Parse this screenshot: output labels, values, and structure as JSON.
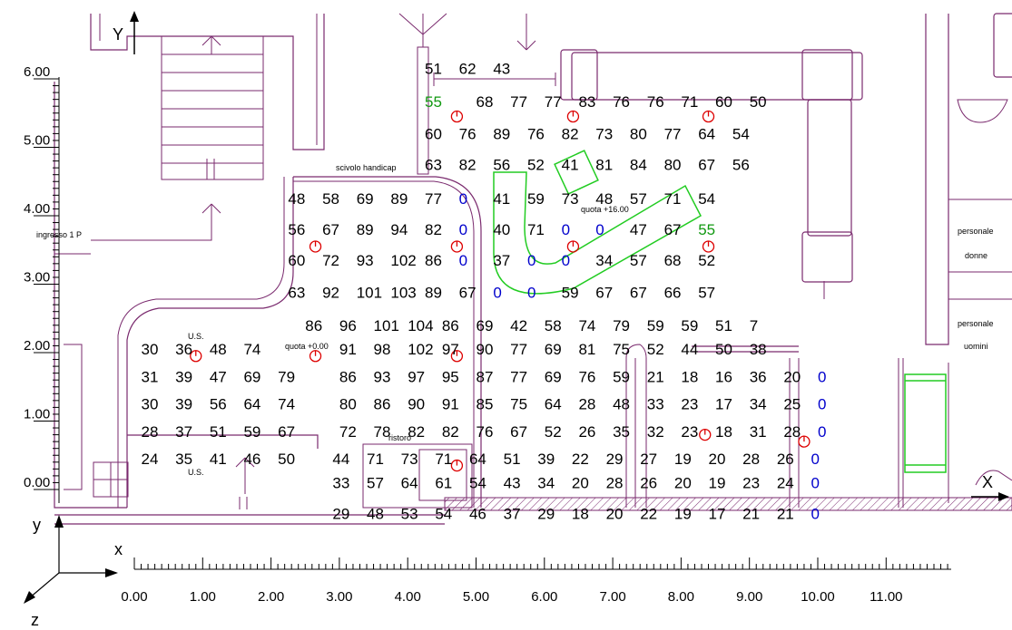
{
  "axes": {
    "y_label": "Y",
    "x_label": "X",
    "small_y": "y",
    "small_x": "x",
    "small_z": "z",
    "y_ticks": [
      {
        "v": 6,
        "label": "6.00"
      },
      {
        "v": 5,
        "label": "5.00"
      },
      {
        "v": 4,
        "label": "4.00"
      },
      {
        "v": 3,
        "label": "3.00"
      },
      {
        "v": 2,
        "label": "2.00"
      },
      {
        "v": 1,
        "label": "1.00"
      },
      {
        "v": 0,
        "label": "0.00"
      }
    ],
    "x_ticks": [
      {
        "v": 0,
        "label": "0.00"
      },
      {
        "v": 1,
        "label": "1.00"
      },
      {
        "v": 2,
        "label": "2.00"
      },
      {
        "v": 3,
        "label": "3.00"
      },
      {
        "v": 4,
        "label": "4.00"
      },
      {
        "v": 5,
        "label": "5.00"
      },
      {
        "v": 6,
        "label": "6.00"
      },
      {
        "v": 7,
        "label": "7.00"
      },
      {
        "v": 8,
        "label": "8.00"
      },
      {
        "v": 9,
        "label": "9.00"
      },
      {
        "v": 10,
        "label": "10.00"
      },
      {
        "v": 11,
        "label": "11.00"
      }
    ]
  },
  "labels": {
    "ingresso": "ingresso 1 P",
    "scivolo": "scivolo handicap",
    "quota16": "quota +16.00",
    "quota0": "quota +0.00",
    "us1": "U.S.",
    "us2": "U.S.",
    "ristoro": "ristoro",
    "personale_donne_1": "personale",
    "personale_donne_2": "donne",
    "personale_uomini_1": "personale",
    "personale_uomini_2": "uomini"
  },
  "colors": {
    "wall": "#7a2a6e",
    "black_value": "#000000",
    "zero_value": "#0000cc",
    "green_value": "#119911",
    "ramp_outline": "#22cc22",
    "red_marker": "#dd0000",
    "hatch": "#7a2a6e"
  },
  "grid_rows": [
    {
      "y": 5.67,
      "cells": [
        [
          4.25,
          "55"
        ],
        [
          5.0,
          "68"
        ],
        [
          5.5,
          "77"
        ],
        [
          6.0,
          "77"
        ],
        [
          6.5,
          "83"
        ],
        [
          7.0,
          "76"
        ],
        [
          7.5,
          "76"
        ],
        [
          8.0,
          "71"
        ],
        [
          8.5,
          "60"
        ],
        [
          9.0,
          "50"
        ]
      ]
    },
    {
      "y": 5.2,
      "cells": [
        [
          4.25,
          "60"
        ],
        [
          4.75,
          "76"
        ],
        [
          5.25,
          "89"
        ],
        [
          5.75,
          "76"
        ],
        [
          6.25,
          "82"
        ],
        [
          6.75,
          "73"
        ],
        [
          7.25,
          "80"
        ],
        [
          7.75,
          "77"
        ],
        [
          8.25,
          "64"
        ],
        [
          8.75,
          "54"
        ]
      ]
    },
    {
      "y": 4.75,
      "cells": [
        [
          4.25,
          "63"
        ],
        [
          4.75,
          "82"
        ],
        [
          5.25,
          "56"
        ],
        [
          5.75,
          "52"
        ],
        [
          6.25,
          "41"
        ],
        [
          6.75,
          "81"
        ],
        [
          7.25,
          "84"
        ],
        [
          7.75,
          "80"
        ],
        [
          8.25,
          "67"
        ],
        [
          8.75,
          "56"
        ]
      ]
    },
    {
      "y": 4.25,
      "cells": [
        [
          2.25,
          "48"
        ],
        [
          2.75,
          "58"
        ],
        [
          3.25,
          "69"
        ],
        [
          3.75,
          "89"
        ],
        [
          4.25,
          "77"
        ],
        [
          4.75,
          "0"
        ],
        [
          5.25,
          "41"
        ],
        [
          5.75,
          "59"
        ],
        [
          6.25,
          "73"
        ],
        [
          6.75,
          "48"
        ],
        [
          7.25,
          "57"
        ],
        [
          7.75,
          "71"
        ],
        [
          8.25,
          "54"
        ]
      ]
    },
    {
      "y": 3.8,
      "cells": [
        [
          2.25,
          "56"
        ],
        [
          2.75,
          "67"
        ],
        [
          3.25,
          "89"
        ],
        [
          3.75,
          "94"
        ],
        [
          4.25,
          "82"
        ],
        [
          4.75,
          "0"
        ],
        [
          5.25,
          "40"
        ],
        [
          5.75,
          "71"
        ],
        [
          6.25,
          "0"
        ],
        [
          6.75,
          "0"
        ],
        [
          7.25,
          "47"
        ],
        [
          7.75,
          "67"
        ],
        [
          8.25,
          "55"
        ]
      ]
    },
    {
      "y": 3.35,
      "cells": [
        [
          2.25,
          "60"
        ],
        [
          2.75,
          "72"
        ],
        [
          3.25,
          "93"
        ],
        [
          3.75,
          "102"
        ],
        [
          4.25,
          "86"
        ],
        [
          4.75,
          "0"
        ],
        [
          5.25,
          "37"
        ],
        [
          5.75,
          "0"
        ],
        [
          6.25,
          "0"
        ],
        [
          6.75,
          "34"
        ],
        [
          7.25,
          "57"
        ],
        [
          7.75,
          "68"
        ],
        [
          8.25,
          "52"
        ]
      ]
    },
    {
      "y": 2.88,
      "cells": [
        [
          2.25,
          "63"
        ],
        [
          2.75,
          "92"
        ],
        [
          3.25,
          "101"
        ],
        [
          3.75,
          "103"
        ],
        [
          4.25,
          "89"
        ],
        [
          4.75,
          "67"
        ],
        [
          5.25,
          "0"
        ],
        [
          5.75,
          "0"
        ],
        [
          6.25,
          "59"
        ],
        [
          6.75,
          "67"
        ],
        [
          7.25,
          "67"
        ],
        [
          7.75,
          "66"
        ],
        [
          8.25,
          "57"
        ]
      ]
    },
    {
      "y": 2.4,
      "cells": [
        [
          2.5,
          "86"
        ],
        [
          3.0,
          "96"
        ],
        [
          3.5,
          "101"
        ],
        [
          4.0,
          "104"
        ],
        [
          4.5,
          "86"
        ],
        [
          5.0,
          "69"
        ],
        [
          5.5,
          "42"
        ],
        [
          6.0,
          "58"
        ],
        [
          6.5,
          "74"
        ],
        [
          7.0,
          "79"
        ],
        [
          7.5,
          "59"
        ],
        [
          8.0,
          "59"
        ],
        [
          8.5,
          "51"
        ],
        [
          9.0,
          "7"
        ]
      ]
    },
    {
      "y": 2.05,
      "cells": [
        [
          0.1,
          "30"
        ],
        [
          0.6,
          "36"
        ],
        [
          1.1,
          "48"
        ],
        [
          1.6,
          "74"
        ],
        [
          3.0,
          "91"
        ],
        [
          3.5,
          "98"
        ],
        [
          4.0,
          "102"
        ],
        [
          4.5,
          "97"
        ],
        [
          5.0,
          "90"
        ],
        [
          5.5,
          "77"
        ],
        [
          6.0,
          "69"
        ],
        [
          6.5,
          "81"
        ],
        [
          7.0,
          "75"
        ],
        [
          7.5,
          "52"
        ],
        [
          8.0,
          "44"
        ],
        [
          8.5,
          "50"
        ],
        [
          9.0,
          "38"
        ]
      ]
    },
    {
      "y": 1.65,
      "cells": [
        [
          0.1,
          "31"
        ],
        [
          0.6,
          "39"
        ],
        [
          1.1,
          "47"
        ],
        [
          1.6,
          "69"
        ],
        [
          2.1,
          "79"
        ],
        [
          3.0,
          "86"
        ],
        [
          3.5,
          "93"
        ],
        [
          4.0,
          "97"
        ],
        [
          4.5,
          "95"
        ],
        [
          5.0,
          "87"
        ],
        [
          5.5,
          "77"
        ],
        [
          6.0,
          "69"
        ],
        [
          6.5,
          "76"
        ],
        [
          7.0,
          "59"
        ],
        [
          7.5,
          "21"
        ],
        [
          8.0,
          "18"
        ],
        [
          8.5,
          "16"
        ],
        [
          9.0,
          "36"
        ],
        [
          9.5,
          "20"
        ],
        [
          10.0,
          "0"
        ]
      ]
    },
    {
      "y": 1.25,
      "cells": [
        [
          0.1,
          "30"
        ],
        [
          0.6,
          "39"
        ],
        [
          1.1,
          "56"
        ],
        [
          1.6,
          "64"
        ],
        [
          2.1,
          "74"
        ],
        [
          3.0,
          "80"
        ],
        [
          3.5,
          "86"
        ],
        [
          4.0,
          "90"
        ],
        [
          4.5,
          "91"
        ],
        [
          5.0,
          "85"
        ],
        [
          5.5,
          "75"
        ],
        [
          6.0,
          "64"
        ],
        [
          6.5,
          "28"
        ],
        [
          7.0,
          "48"
        ],
        [
          7.5,
          "33"
        ],
        [
          8.0,
          "23"
        ],
        [
          8.5,
          "17"
        ],
        [
          9.0,
          "34"
        ],
        [
          9.5,
          "25"
        ],
        [
          10.0,
          "0"
        ]
      ]
    },
    {
      "y": 0.85,
      "cells": [
        [
          0.1,
          "28"
        ],
        [
          0.6,
          "37"
        ],
        [
          1.1,
          "51"
        ],
        [
          1.6,
          "59"
        ],
        [
          2.1,
          "67"
        ],
        [
          3.0,
          "72"
        ],
        [
          3.5,
          "78"
        ],
        [
          4.0,
          "82"
        ],
        [
          4.5,
          "82"
        ],
        [
          5.0,
          "76"
        ],
        [
          5.5,
          "67"
        ],
        [
          6.0,
          "52"
        ],
        [
          6.5,
          "26"
        ],
        [
          7.0,
          "35"
        ],
        [
          7.5,
          "32"
        ],
        [
          8.0,
          "23"
        ],
        [
          8.5,
          "18"
        ],
        [
          9.0,
          "31"
        ],
        [
          9.5,
          "28"
        ],
        [
          10.0,
          "0"
        ]
      ]
    },
    {
      "y": 0.45,
      "cells": [
        [
          0.1,
          "24"
        ],
        [
          0.6,
          "35"
        ],
        [
          1.1,
          "41"
        ],
        [
          1.6,
          "46"
        ],
        [
          2.1,
          "50"
        ],
        [
          2.9,
          "44"
        ],
        [
          3.4,
          "71"
        ],
        [
          3.9,
          "73"
        ],
        [
          4.4,
          "71"
        ],
        [
          4.9,
          "64"
        ],
        [
          5.4,
          "51"
        ],
        [
          5.9,
          "39"
        ],
        [
          6.4,
          "22"
        ],
        [
          6.9,
          "29"
        ],
        [
          7.4,
          "27"
        ],
        [
          7.9,
          "19"
        ],
        [
          8.4,
          "20"
        ],
        [
          8.9,
          "28"
        ],
        [
          9.4,
          "26"
        ],
        [
          9.9,
          "0"
        ]
      ]
    },
    {
      "y": 0.1,
      "cells": [
        [
          2.9,
          "33"
        ],
        [
          3.4,
          "57"
        ],
        [
          3.9,
          "64"
        ],
        [
          4.4,
          "61"
        ],
        [
          4.9,
          "54"
        ],
        [
          5.4,
          "43"
        ],
        [
          5.9,
          "34"
        ],
        [
          6.4,
          "20"
        ],
        [
          6.9,
          "28"
        ],
        [
          7.4,
          "26"
        ],
        [
          7.9,
          "20"
        ],
        [
          8.4,
          "19"
        ],
        [
          8.9,
          "23"
        ],
        [
          9.4,
          "24"
        ],
        [
          9.9,
          "0"
        ]
      ]
    },
    {
      "y": -0.35,
      "cells": [
        [
          2.9,
          "29"
        ],
        [
          3.4,
          "48"
        ],
        [
          3.9,
          "53"
        ],
        [
          4.4,
          "54"
        ],
        [
          4.9,
          "46"
        ],
        [
          5.4,
          "37"
        ],
        [
          5.9,
          "29"
        ],
        [
          6.4,
          "18"
        ],
        [
          6.9,
          "20"
        ],
        [
          7.4,
          "22"
        ],
        [
          7.9,
          "19"
        ],
        [
          8.4,
          "17"
        ],
        [
          8.9,
          "21"
        ],
        [
          9.4,
          "21"
        ],
        [
          9.9,
          "0"
        ]
      ]
    },
    {
      "y": 6.15,
      "cells": [
        [
          4.25,
          "51"
        ],
        [
          4.75,
          "62"
        ],
        [
          5.25,
          "43"
        ]
      ]
    }
  ],
  "green_values": [
    "55"
  ],
  "markers": [
    [
      4.72,
      5.45
    ],
    [
      6.42,
      5.45
    ],
    [
      8.4,
      5.45
    ],
    [
      4.72,
      3.55
    ],
    [
      6.42,
      3.55
    ],
    [
      8.4,
      3.55
    ],
    [
      2.65,
      3.55
    ],
    [
      0.9,
      1.95
    ],
    [
      2.65,
      1.95
    ],
    [
      4.72,
      1.95
    ],
    [
      8.35,
      0.8
    ],
    [
      9.8,
      0.7
    ],
    [
      4.72,
      0.35
    ]
  ]
}
